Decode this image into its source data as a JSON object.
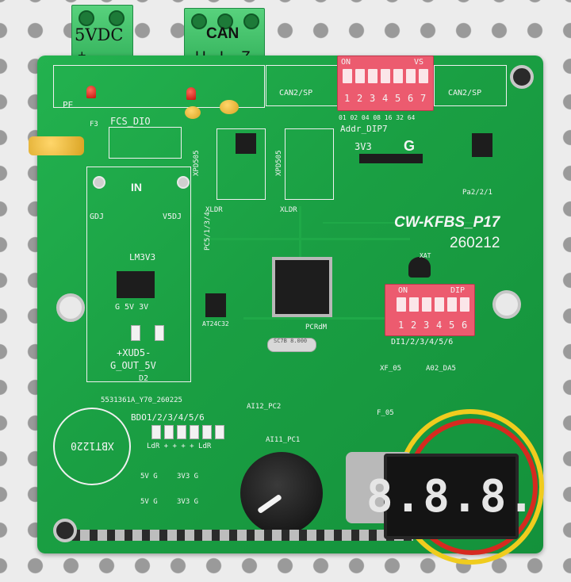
{
  "header_labels": {
    "power": "5VDC",
    "power_pins": "+ -",
    "can": "CAN",
    "can_pins": "H L Z"
  },
  "board": {
    "model": "CW-KFBS_P17",
    "date": "260212",
    "fcs": "FCS_DIO",
    "in_label": "IN",
    "regulator": "LM3V3",
    "regulator_pins": "G 5V 3V",
    "xud5": "+XUD5-",
    "gout": "G_OUT_5V",
    "d2": "D2",
    "gdj": "GDJ",
    "v5dj": "V5DJ",
    "xldr1": "XLDR",
    "xldr2": "XLDR",
    "xpd505a": "XPD505",
    "xpd505b": "XPD505",
    "can2sp_left": "CAN2/SP",
    "can2sp_right": "CAN2/SP",
    "addr_dip": "Addr_DIP7",
    "addr_nums": "01 02 04 08 16 32 64",
    "dip7_on": "ON",
    "dip7_vs": "VS",
    "dip7_numbers": [
      "1",
      "2",
      "3",
      "4",
      "5",
      "6",
      "7"
    ],
    "v3v3": "3V3",
    "g": "G",
    "xat": "XAT",
    "dip6_on": "ON",
    "dip6_dip": "DIP",
    "dip6_numbers": [
      "1",
      "2",
      "3",
      "4",
      "5",
      "6"
    ],
    "dip6_label": "DI1/2/3/4/5/6",
    "pcrdm": "PCRdM",
    "crystal": "SC7B 8.000",
    "at24": "AT24C32",
    "pc_labels": "PC5/1/3/4",
    "xf05": "XF_05",
    "a02": "A02_DA5",
    "f05": "F_05",
    "ai12": "AI12_PC2",
    "ai11": "AI11_PC1",
    "serial": "5531361A_Y70_260225",
    "bdo": "BDO1/2/3/4/5/6",
    "ldr_row": "LdR + + + + LdR",
    "battery": "XBT1220",
    "fv_g1": "5V G",
    "fv_g2": "5V G",
    "tv_g1": "3V3 G",
    "tv_g2": "3V3 G",
    "pa21": "Pa2/2/1",
    "f3": "F3",
    "pe": "PE"
  },
  "display": {
    "digits": "8.8.8."
  },
  "colors": {
    "pcb": "#1a9f43",
    "terminal": "#3fbf66",
    "dip": "#ec5b6f",
    "silkscreen": "#f3f3f3"
  }
}
